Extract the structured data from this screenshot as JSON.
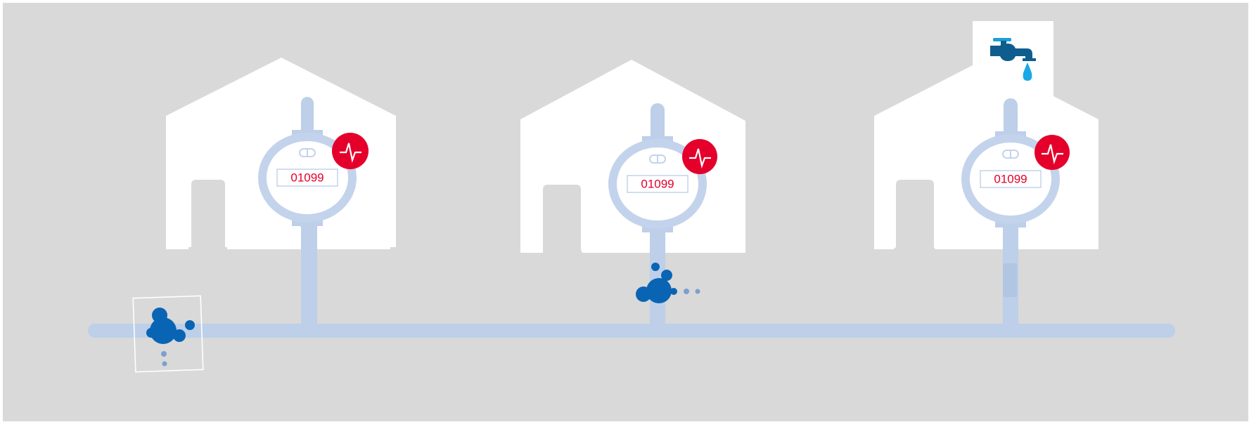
{
  "colors": {
    "background": "#d9d9d9",
    "border": "#ffffff",
    "house": "#ffffff",
    "pipe": "#bdcfe9",
    "meter_ring": "#c4d3ec",
    "meter_display_text": "#e4002b",
    "alert_badge": "#e4002b",
    "leak": "#0a64b4",
    "leak_dot": "#7c9fcc",
    "faucet": "#0f5d8f",
    "faucet_handle": "#1ba0d7",
    "water_drop": "#1aa8e6"
  },
  "houses": [
    {
      "meter_reading": "01099",
      "alert_icon": "pulse-alert-icon"
    },
    {
      "meter_reading": "01099",
      "alert_icon": "pulse-alert-icon"
    },
    {
      "meter_reading": "01099",
      "alert_icon": "pulse-alert-icon"
    }
  ],
  "faucet_icon": "water-faucet-icon",
  "leak_icons": [
    "water-leak-icon",
    "water-leak-icon"
  ]
}
